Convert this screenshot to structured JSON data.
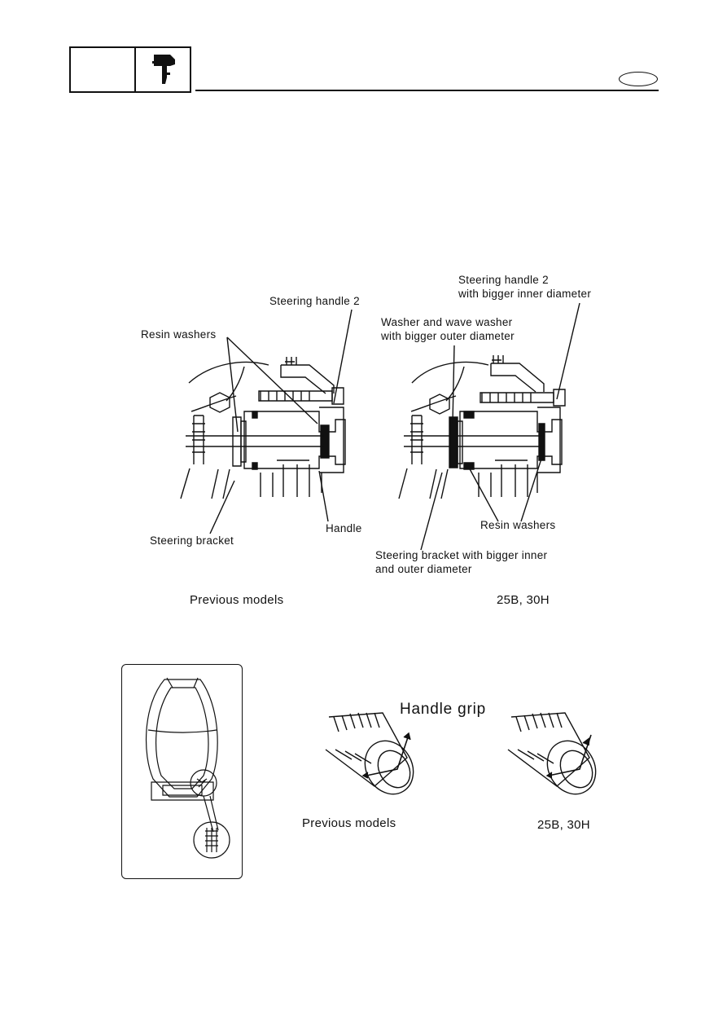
{
  "header": {
    "icon": "outboard-motor-icon",
    "badge_icon": "oval-badge-icon"
  },
  "figure1": {
    "left": {
      "labels": {
        "steering_handle_2": "Steering handle 2",
        "resin_washers": "Resin washers",
        "steering_bracket": "Steering bracket",
        "handle": "Handle"
      },
      "caption": "Previous models"
    },
    "right": {
      "labels": {
        "steering_handle_2_line1": "Steering handle 2",
        "steering_handle_2_line2": "with bigger inner diameter",
        "washer_line1": "Washer and wave washer",
        "washer_line2": "with bigger outer diameter",
        "resin_washers": "Resin washers",
        "bracket_line1": "Steering bracket with bigger inner",
        "bracket_line2": "and outer diameter"
      },
      "caption": "25B, 30H"
    }
  },
  "figure2": {
    "title": "Handle grip",
    "left_caption": "Previous models",
    "right_caption": "25B, 30H"
  }
}
